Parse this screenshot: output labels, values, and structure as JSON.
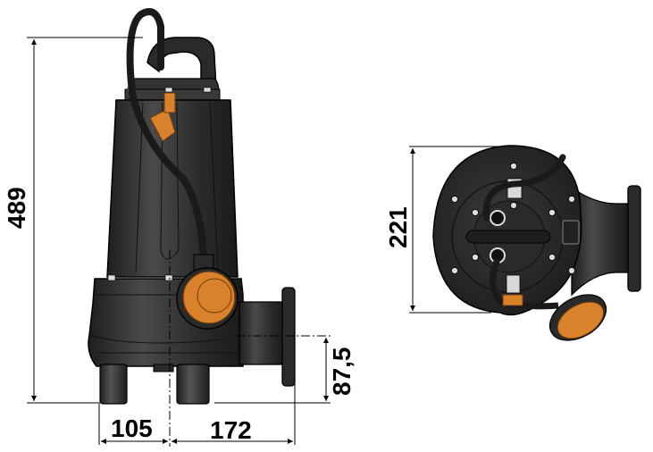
{
  "diagram": {
    "type": "technical-drawing",
    "subject": "submersible pump with float switch",
    "views": [
      {
        "name": "side-view"
      },
      {
        "name": "top-view"
      }
    ],
    "colors": {
      "body": "#2e2e2e",
      "body_dark": "#1c1c1c",
      "body_highlight": "#4a4a4a",
      "float": "#d9822b",
      "float_dark": "#a85e17",
      "dimension_line": "#000000",
      "bolt": "#d8d8d8"
    },
    "dimensions": {
      "total_height": "489",
      "base_left_width": "105",
      "outlet_offset": "172",
      "outlet_height": "87,5",
      "top_view_height": "221"
    }
  }
}
